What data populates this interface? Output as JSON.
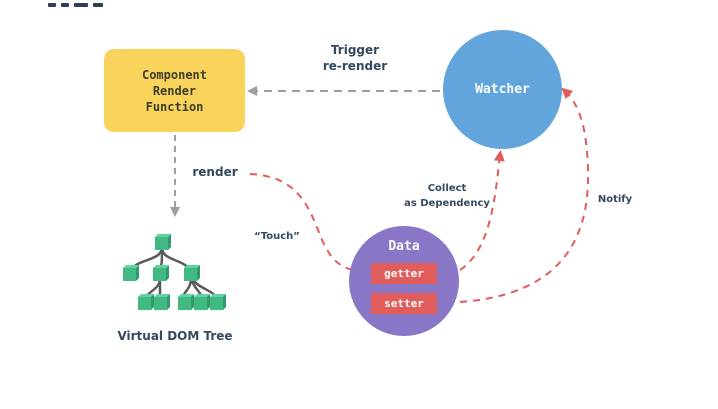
{
  "diagram": {
    "nodes": {
      "component_render_function": {
        "label": "Component\nRender\nFunction",
        "color": "#f9d45c"
      },
      "watcher": {
        "label": "Watcher",
        "color": "#62a5dd"
      },
      "data": {
        "label": "Data",
        "color": "#8a76c6",
        "getter_label": "getter",
        "setter_label": "setter",
        "pill_color": "#e05d5b"
      },
      "virtual_dom_tree": {
        "label": "Virtual DOM Tree",
        "node_color": "#42b983"
      }
    },
    "edges": {
      "trigger_rerender": {
        "label_line1": "Trigger",
        "label_line2": "re-render",
        "color": "#9e9e9e"
      },
      "render": {
        "label": "render",
        "color": "#9e9e9e"
      },
      "touch": {
        "label": "“Touch”",
        "color": "#e05d5b"
      },
      "collect_dependency": {
        "label_line1": "Collect",
        "label_line2": "as Dependency",
        "color": "#e05d5b"
      },
      "notify": {
        "label": "Notify",
        "color": "#e05d5b"
      }
    }
  }
}
